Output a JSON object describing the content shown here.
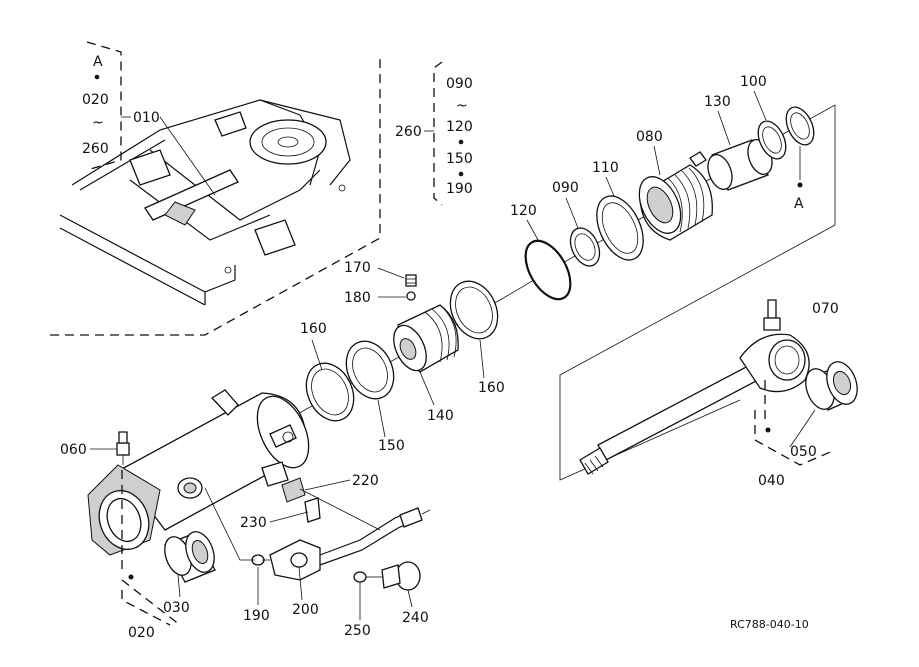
{
  "figure": {
    "reference_code": "RC788-040-10",
    "callouts": [
      {
        "id": "c010",
        "text": "010"
      },
      {
        "id": "c020",
        "text": "020"
      },
      {
        "id": "c030",
        "text": "030"
      },
      {
        "id": "c040",
        "text": "040"
      },
      {
        "id": "c050",
        "text": "050"
      },
      {
        "id": "c060",
        "text": "060"
      },
      {
        "id": "c070",
        "text": "070"
      },
      {
        "id": "c080",
        "text": "080"
      },
      {
        "id": "c090",
        "text": "090"
      },
      {
        "id": "c100",
        "text": "100"
      },
      {
        "id": "c110",
        "text": "110"
      },
      {
        "id": "c120",
        "text": "120"
      },
      {
        "id": "c130",
        "text": "130"
      },
      {
        "id": "c140",
        "text": "140"
      },
      {
        "id": "c150",
        "text": "150"
      },
      {
        "id": "c160a",
        "text": "160"
      },
      {
        "id": "c160b",
        "text": "160"
      },
      {
        "id": "c170",
        "text": "170"
      },
      {
        "id": "c180",
        "text": "180"
      },
      {
        "id": "c190",
        "text": "190"
      },
      {
        "id": "c200",
        "text": "200"
      },
      {
        "id": "c220",
        "text": "220"
      },
      {
        "id": "c230",
        "text": "230"
      },
      {
        "id": "c240",
        "text": "240"
      },
      {
        "id": "c250",
        "text": "250"
      },
      {
        "id": "c260",
        "text": "260"
      },
      {
        "id": "cA_top",
        "text": "A"
      },
      {
        "id": "cA_right",
        "text": "A"
      }
    ],
    "group_box_inset": {
      "start": "A",
      "from": "020",
      "to": "260",
      "tilde": "~"
    },
    "group_260": {
      "label": "260",
      "items": [
        "090",
        "~",
        "120",
        "150",
        "190"
      ]
    }
  }
}
